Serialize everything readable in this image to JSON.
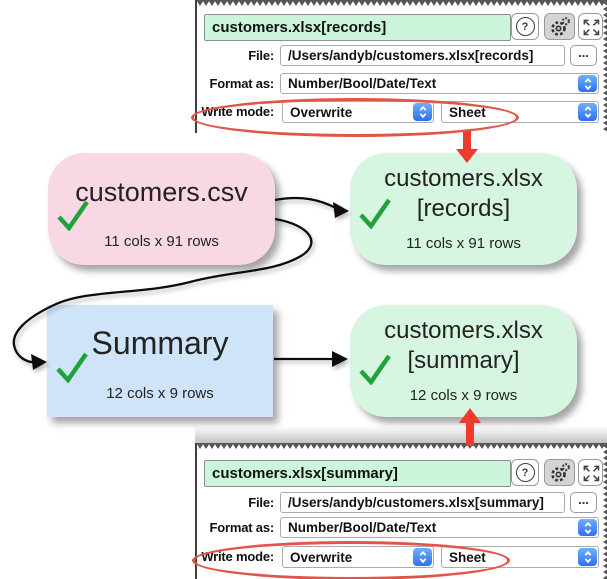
{
  "colors": {
    "accent_red_arrow": "#ee3b2c",
    "ellipse_red": "#e25549",
    "stepper_blue": "#2e6ff2",
    "title_field_green": "#ccf6dc",
    "node_pink": "#f8d8e2",
    "node_green": "#d7f6e2",
    "node_blue": "#cfe4f8",
    "check_green": "#1fa23a"
  },
  "panels": [
    {
      "title": "customers.xlsx[records]",
      "help_label": "?",
      "file_label": "File:",
      "file_value": "/Users/andyb/customers.xlsx[records]",
      "browse_label": "...",
      "format_label": "Format as:",
      "format_value": "Number/Bool/Date/Text",
      "write_mode_label": "Write mode:",
      "write_mode_value": "Overwrite",
      "sheet_mode_value": "Sheet"
    },
    {
      "title": "customers.xlsx[summary]",
      "help_label": "?",
      "file_label": "File:",
      "file_value": "/Users/andyb/customers.xlsx[summary]",
      "browse_label": "...",
      "format_label": "Format as:",
      "format_value": "Number/Bool/Date/Text",
      "write_mode_label": "Write mode:",
      "write_mode_value": "Overwrite",
      "sheet_mode_value": "Sheet"
    }
  ],
  "nodes": [
    {
      "title": "customers.csv",
      "subtitle": "11 cols x 91 rows"
    },
    {
      "title_line1": "customers.xlsx",
      "title_line2": "[records]",
      "subtitle": "11 cols x 91 rows"
    },
    {
      "title": "Summary",
      "subtitle": "12 cols x 9 rows"
    },
    {
      "title_line1": "customers.xlsx",
      "title_line2": "[summary]",
      "subtitle": "12 cols x 9 rows"
    }
  ]
}
